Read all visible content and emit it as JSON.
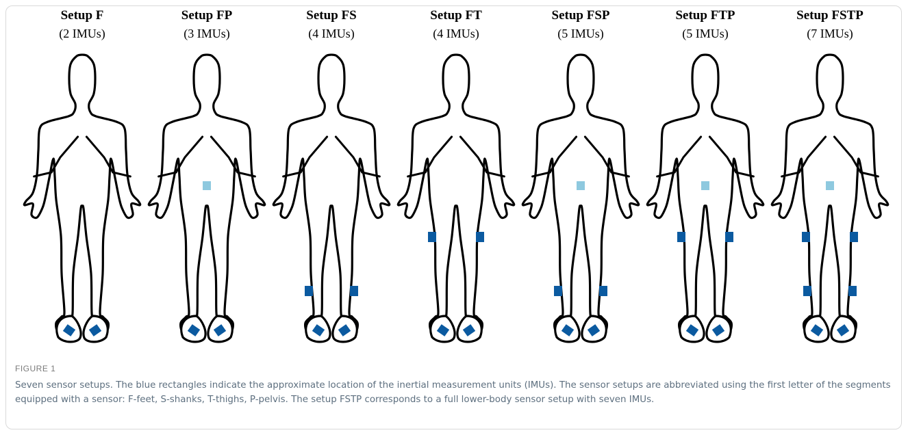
{
  "setups": [
    {
      "title": "Setup F",
      "subtitle": "(2 IMUs)",
      "sensors": [
        "feet"
      ]
    },
    {
      "title": "Setup FP",
      "subtitle": "(3 IMUs)",
      "sensors": [
        "feet",
        "pelvis"
      ]
    },
    {
      "title": "Setup FS",
      "subtitle": "(4 IMUs)",
      "sensors": [
        "feet",
        "shanks"
      ]
    },
    {
      "title": "Setup FT",
      "subtitle": "(4 IMUs)",
      "sensors": [
        "feet",
        "thighs"
      ]
    },
    {
      "title": "Setup FSP",
      "subtitle": "(5 IMUs)",
      "sensors": [
        "feet",
        "shanks",
        "pelvis"
      ]
    },
    {
      "title": "Setup FTP",
      "subtitle": "(5 IMUs)",
      "sensors": [
        "feet",
        "thighs",
        "pelvis"
      ]
    },
    {
      "title": "Setup FSTP",
      "subtitle": "(7 IMUs)",
      "sensors": [
        "feet",
        "shanks",
        "thighs",
        "pelvis"
      ]
    }
  ],
  "colors": {
    "outline": "#000000",
    "sensor_dark": "#0b5aa0",
    "sensor_light": "#8ec9df"
  },
  "figure_label": "FIGURE 1",
  "caption": "Seven sensor setups. The blue rectangles indicate the approximate location of the inertial measurement units (IMUs). The sensor setups are abbreviated using the first letter of the segments equipped with a sensor: F-feet, S-shanks, T-thighs, P-pelvis. The setup FSTP corresponds to a full lower-body sensor setup with seven IMUs."
}
